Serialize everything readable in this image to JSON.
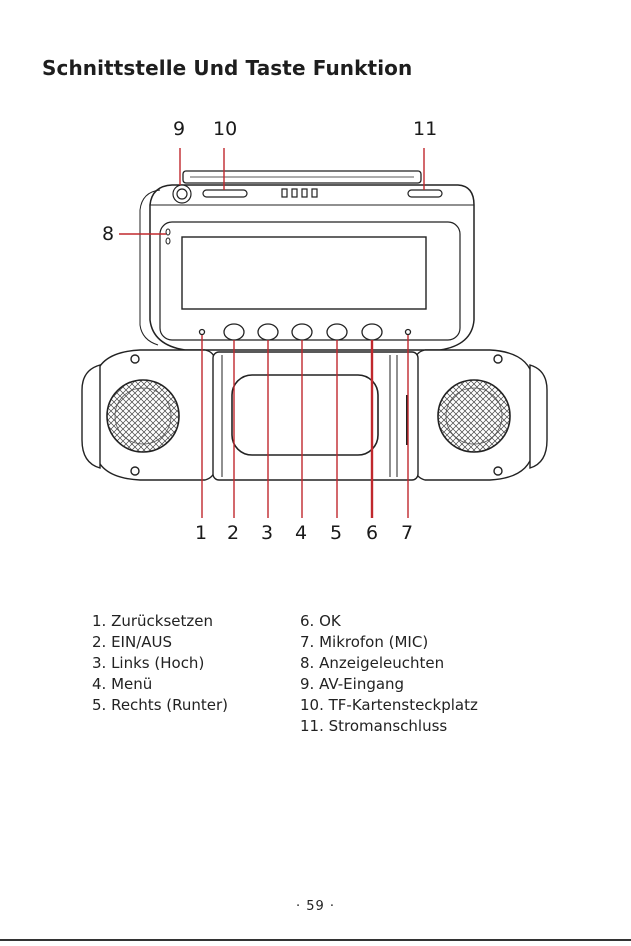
{
  "page": {
    "title": "Schnittstelle Und Taste Funktion",
    "page_number": "· 59 ·"
  },
  "callouts": {
    "top": [
      "9",
      "10",
      "11"
    ],
    "left": [
      "8"
    ],
    "bottom": [
      "1",
      "2",
      "3",
      "4",
      "5",
      "6",
      "7"
    ]
  },
  "legend": {
    "left": [
      "1. Zurücksetzen",
      "2. EIN/AUS",
      "3. Links (Hoch)",
      "4. Menü",
      "5. Rechts (Runter)"
    ],
    "right": [
      "6. OK",
      "7. Mikrofon (MIC)",
      "8. Anzeigeleuchten",
      "9. AV-Eingang",
      "10. TF-Kartensteckplatz",
      "11. Stromanschluss"
    ]
  },
  "colors": {
    "callout_line": "#c0282d",
    "outline": "#222222"
  }
}
